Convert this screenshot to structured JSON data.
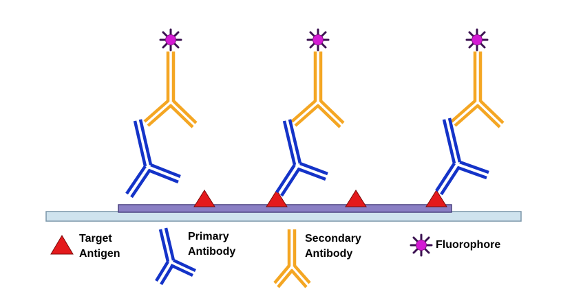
{
  "colors": {
    "background": "#ffffff",
    "slide_fill": "#cfe3ee",
    "slide_stroke": "#7a95a8",
    "substrate_fill": "#8a7fc4",
    "substrate_stroke": "#4b4280",
    "antigen": "#e41a1c",
    "antigen_stroke": "#7a0a0a",
    "primary_antibody": "#1433c8",
    "secondary_antibody": "#f4a623",
    "fluorophore_core": "#d41ad4",
    "fluorophore_rays": "#3a1050"
  },
  "icons": {
    "antigen": "red-triangle-icon",
    "primary_antibody": "blue-y-antibody-icon",
    "secondary_antibody": "orange-y-antibody-icon",
    "fluorophore": "magenta-star-icon"
  },
  "legend": {
    "antigen": {
      "line1": "Target",
      "line2": "Antigen"
    },
    "primary": {
      "line1": "Primary",
      "line2": "Antibody"
    },
    "secondary": {
      "line1": "Secondary",
      "line2": "Antibody"
    },
    "fluorophore": {
      "label": "Fluorophore"
    }
  }
}
